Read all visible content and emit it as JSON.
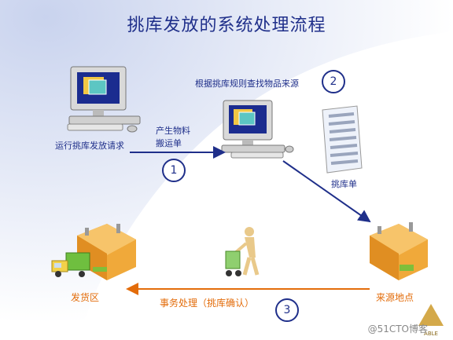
{
  "title": "挑库发放的系统处理流程",
  "labels": {
    "run_request": "运行挑库发放请求",
    "generate_line1": "产生物料",
    "generate_line2": "搬运单",
    "rule_lookup": "根据挑库规则查找物品来源",
    "pick_slip": "挑库单",
    "ship_area": "发货区",
    "source_location": "来源地点",
    "transaction": "事务处理（挑库确认）"
  },
  "steps": [
    "1",
    "2",
    "3"
  ],
  "logo_text": "ABLE",
  "watermark": "@51CTO博客",
  "colors": {
    "primary": "#1f2f8a",
    "accent": "#e36c0a",
    "bg_curve": "#dde4f5"
  }
}
